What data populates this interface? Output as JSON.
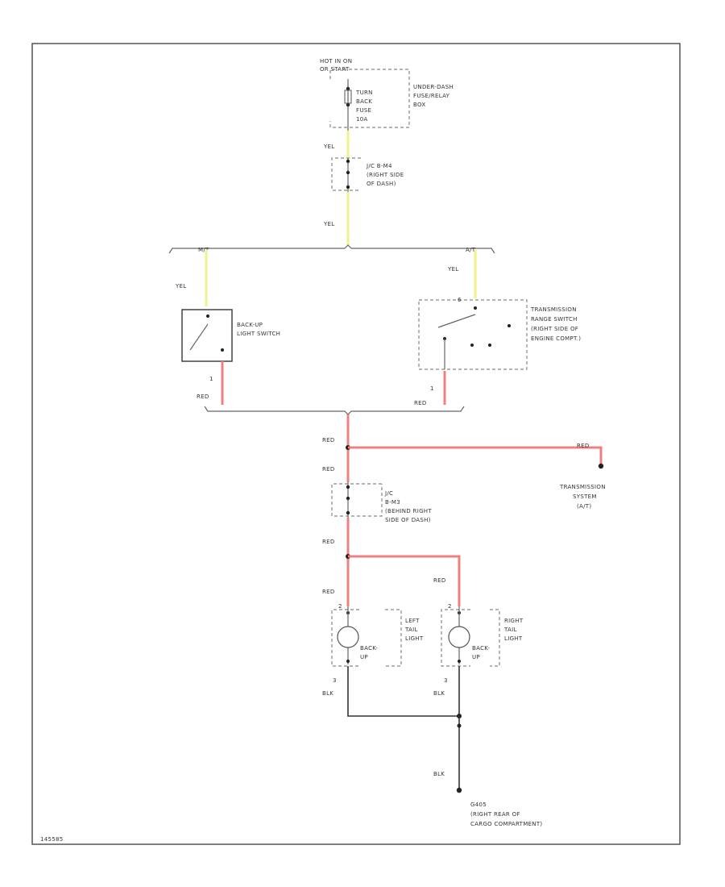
{
  "labels": {
    "hot_in_on_or_start": [
      "HOT IN ON",
      "OR START"
    ],
    "fuse": [
      "TURN",
      "BACK",
      "FUSE",
      "10A"
    ],
    "underdash_box": [
      "UNDER-DASH",
      "FUSE/RELAY",
      "BOX"
    ],
    "jc1": [
      "J/C B-M4",
      "(RIGHT SIDE",
      "OF DASH)"
    ],
    "bus_mt": "M/T",
    "bus_at": "A/T",
    "backup_switch": [
      "BACK-UP",
      "LIGHT SWITCH"
    ],
    "trans_switch": [
      "TRANSMISSION",
      "RANGE SWITCH",
      "(RIGHT SIDE OF",
      "ENGINE COMPT.)"
    ],
    "trans_system": [
      "TRANSMISSION",
      "SYSTEM",
      "(A/T)"
    ],
    "jc2": [
      "J/C",
      "B-M3",
      "(BEHIND RIGHT",
      "SIDE OF DASH)"
    ],
    "left_tail": [
      "LEFT",
      "TAIL",
      "LIGHT"
    ],
    "right_tail": [
      "RIGHT",
      "TAIL",
      "LIGHT"
    ],
    "backup_bulb": [
      "BACK-",
      "UP"
    ],
    "ground": [
      "G405",
      "(RIGHT REAR OF",
      "CARGO COMPARTMENT)"
    ],
    "diagram_id": "145585"
  },
  "wire_colors": {
    "yel": "YEL",
    "red": "RED",
    "blk": "BLK"
  },
  "pins": {
    "one": "1",
    "two": "2",
    "three": "3",
    "six": "6"
  },
  "colors": {
    "yellow_wire": "#f2f28a",
    "red_wire": "#f08080",
    "black_wire": "#333333"
  }
}
